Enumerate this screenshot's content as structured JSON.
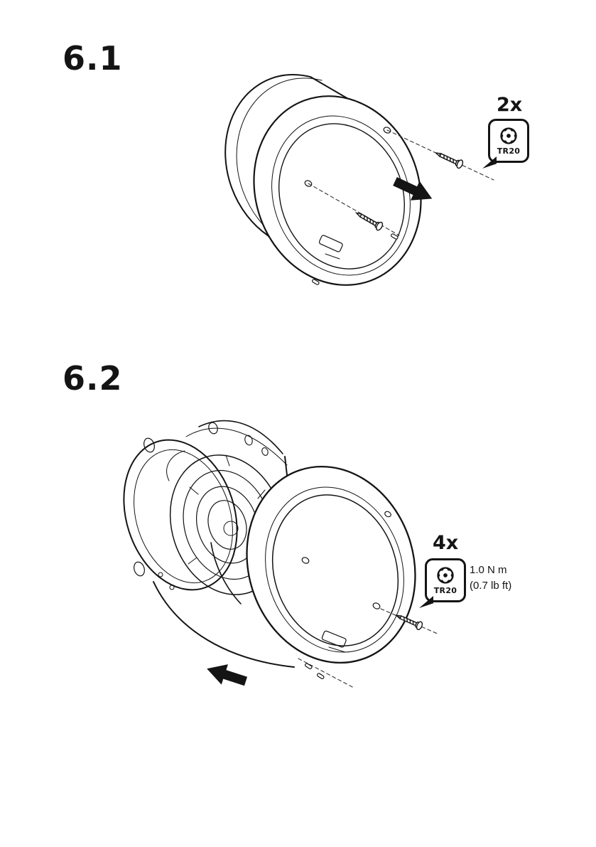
{
  "document": {
    "type": "installation-instructions",
    "background": "#ffffff",
    "line_color": "#141414"
  },
  "steps": [
    {
      "number": "6.1",
      "quantity": "2x",
      "bit_label": "TR20"
    },
    {
      "number": "6.2",
      "quantity": "4x",
      "bit_label": "TR20",
      "torque_metric": "1.0 N m",
      "torque_imperial": "(0.7 lb ft)"
    }
  ],
  "icons": {
    "torx_bit": "torx-bit-icon",
    "screw": "screw-icon",
    "direction_arrow": "direction-arrow-icon"
  }
}
